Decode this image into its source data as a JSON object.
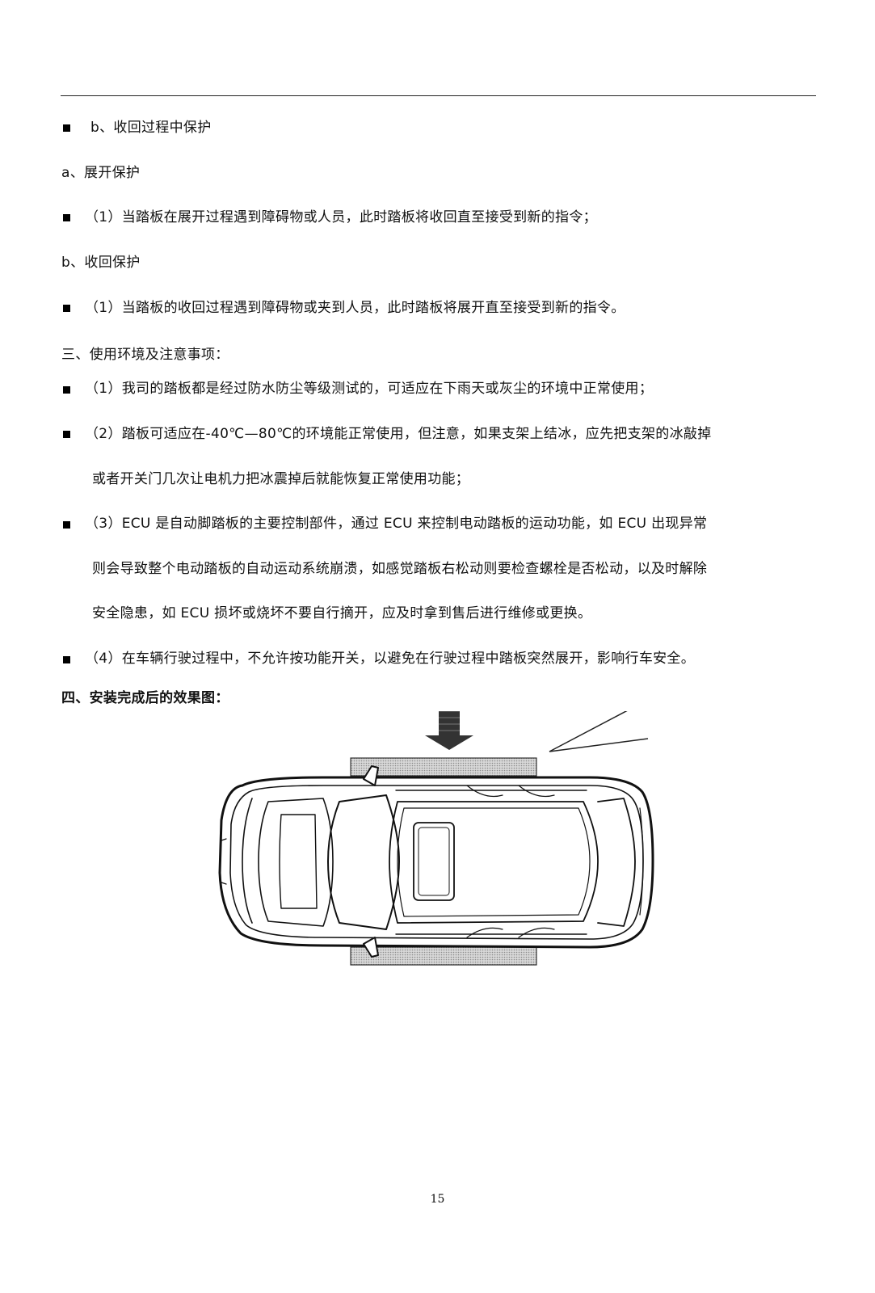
{
  "header_rule": true,
  "items": [
    {
      "id": "b-heading-bullet",
      "bullet": true,
      "text": "b、收回过程中保护"
    },
    {
      "id": "a-heading",
      "bullet": false,
      "text": "a、展开保护"
    },
    {
      "id": "a-1",
      "bullet": true,
      "text": "（1）当踏板在展开过程遇到障碍物或人员，此时踏板将收回直至接受到新的指令；"
    },
    {
      "id": "b-heading",
      "bullet": false,
      "text": "b、收回保护"
    },
    {
      "id": "b-1",
      "bullet": true,
      "text": "（1）当踏板的收回过程遇到障碍物或夹到人员，此时踏板将展开直至接受到新的指令。"
    },
    {
      "id": "section-3",
      "bullet": false,
      "text": "三、使用环境及注意事项："
    },
    {
      "id": "s3-1",
      "bullet": true,
      "text": "（1）我司的踏板都是经过防水防尘等级测试的，可适应在下雨天或灰尘的环境中正常使用；"
    },
    {
      "id": "s3-2a",
      "bullet": true,
      "text": "（2）踏板可适应在-40℃—80℃的环境能正常使用，但注意，如果支架上结冰，应先把支架的冰敲掉"
    },
    {
      "id": "s3-2b",
      "bullet": false,
      "text": "或者开关门几次让电机力把冰震掉后就能恢复正常使用功能；"
    },
    {
      "id": "s3-3a",
      "bullet": true,
      "text": "（3）ECU 是自动脚踏板的主要控制部件，通过 ECU 来控制电动踏板的运动功能，如 ECU 出现异常"
    },
    {
      "id": "s3-3b",
      "bullet": false,
      "text": "则会导致整个电动踏板的自动运动系统崩溃，如感觉踏板右松动则要检查螺栓是否松动，以及时解除"
    },
    {
      "id": "s3-3c",
      "bullet": false,
      "text": "安全隐患，如 ECU 损坏或烧坏不要自行摘开，应及时拿到售后进行维修或更换。"
    },
    {
      "id": "s3-4",
      "bullet": true,
      "text": "（4）在车辆行驶过程中，不允许按功能开关，以避免在行驶过程中踏板突然展开，影响行车安全。"
    },
    {
      "id": "section-4",
      "bullet": false,
      "text": "四、安装完成后的效果图："
    }
  ],
  "page_number": "15"
}
